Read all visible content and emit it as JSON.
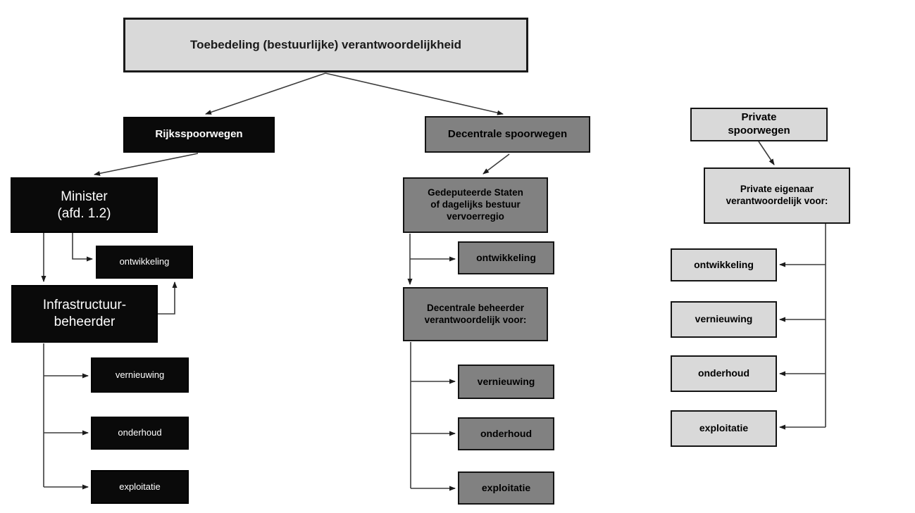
{
  "diagram": {
    "title": "Toebedeling (bestuurlijke) verantwoordelijkheid",
    "colors": {
      "black_fill": "#0a0a0a",
      "mid_gray_fill": "#818181",
      "light_gray_fill": "#d9d9d9",
      "border": "#141414",
      "line": "#3c3c3c",
      "background": "#ffffff"
    },
    "rijks": {
      "root": "Rijksspoorwegen",
      "minister": "Minister\n(afd. 1.2)",
      "ontwikkeling": "ontwikkeling",
      "infrastructuurbeheerder": "Infrastructuur-\nbeheerder",
      "tasks": [
        "vernieuwing",
        "onderhoud",
        "exploitatie"
      ]
    },
    "decentraal": {
      "root": "Decentrale spoorwegen",
      "bestuur": "Gedeputeerde Staten\nof dagelijks bestuur\nvervoerregio",
      "ontwikkeling": "ontwikkeling",
      "beheerder": "Decentrale beheerder\nverantwoordelijk voor:",
      "tasks": [
        "vernieuwing",
        "onderhoud",
        "exploitatie"
      ]
    },
    "privaat": {
      "root": "Private\nspoorwegen",
      "eigenaar": "Private eigenaar\nverantwoordelijk voor:",
      "tasks": [
        "ontwikkeling",
        "vernieuwing",
        "onderhoud",
        "exploitatie"
      ]
    }
  }
}
